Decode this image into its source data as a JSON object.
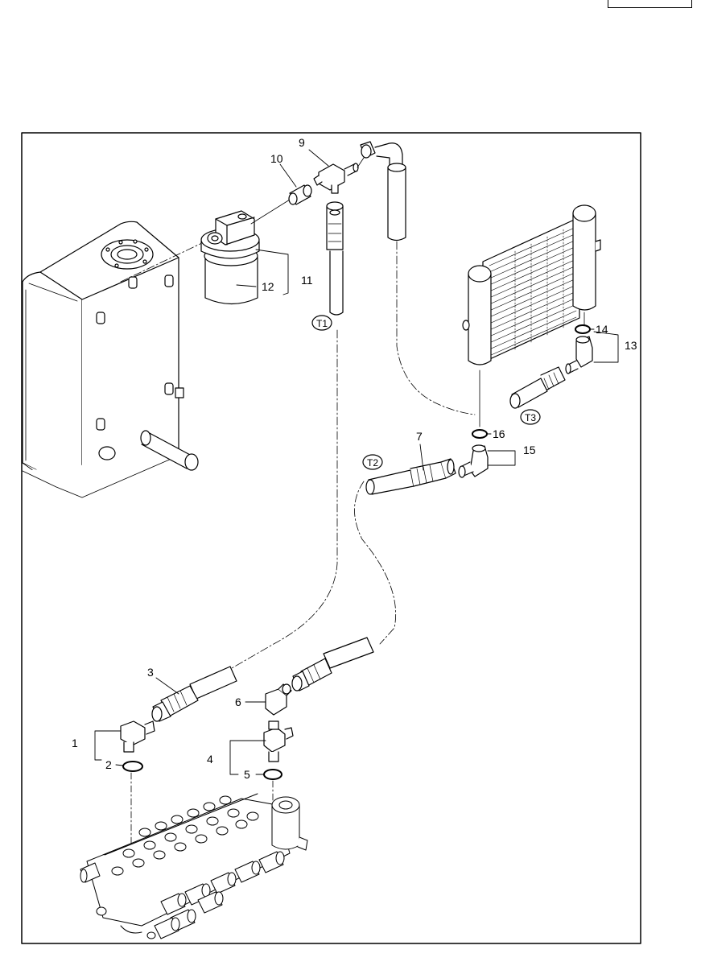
{
  "page_ref": {
    "text": ""
  },
  "callouts": [
    {
      "id": "c1",
      "text": "1"
    },
    {
      "id": "c2",
      "text": "2"
    },
    {
      "id": "c3",
      "text": "3"
    },
    {
      "id": "c4",
      "text": "4"
    },
    {
      "id": "c5",
      "text": "5"
    },
    {
      "id": "c6",
      "text": "6"
    },
    {
      "id": "c7",
      "text": "7"
    },
    {
      "id": "c9",
      "text": "9"
    },
    {
      "id": "c10",
      "text": "10"
    },
    {
      "id": "c11",
      "text": "11"
    },
    {
      "id": "c12",
      "text": "12"
    },
    {
      "id": "c13",
      "text": "13"
    },
    {
      "id": "c14",
      "text": "14"
    },
    {
      "id": "c15",
      "text": "15"
    },
    {
      "id": "c16",
      "text": "16"
    }
  ],
  "connection_tags": {
    "t1": "T1",
    "t2": "T2",
    "t3": "T3"
  }
}
